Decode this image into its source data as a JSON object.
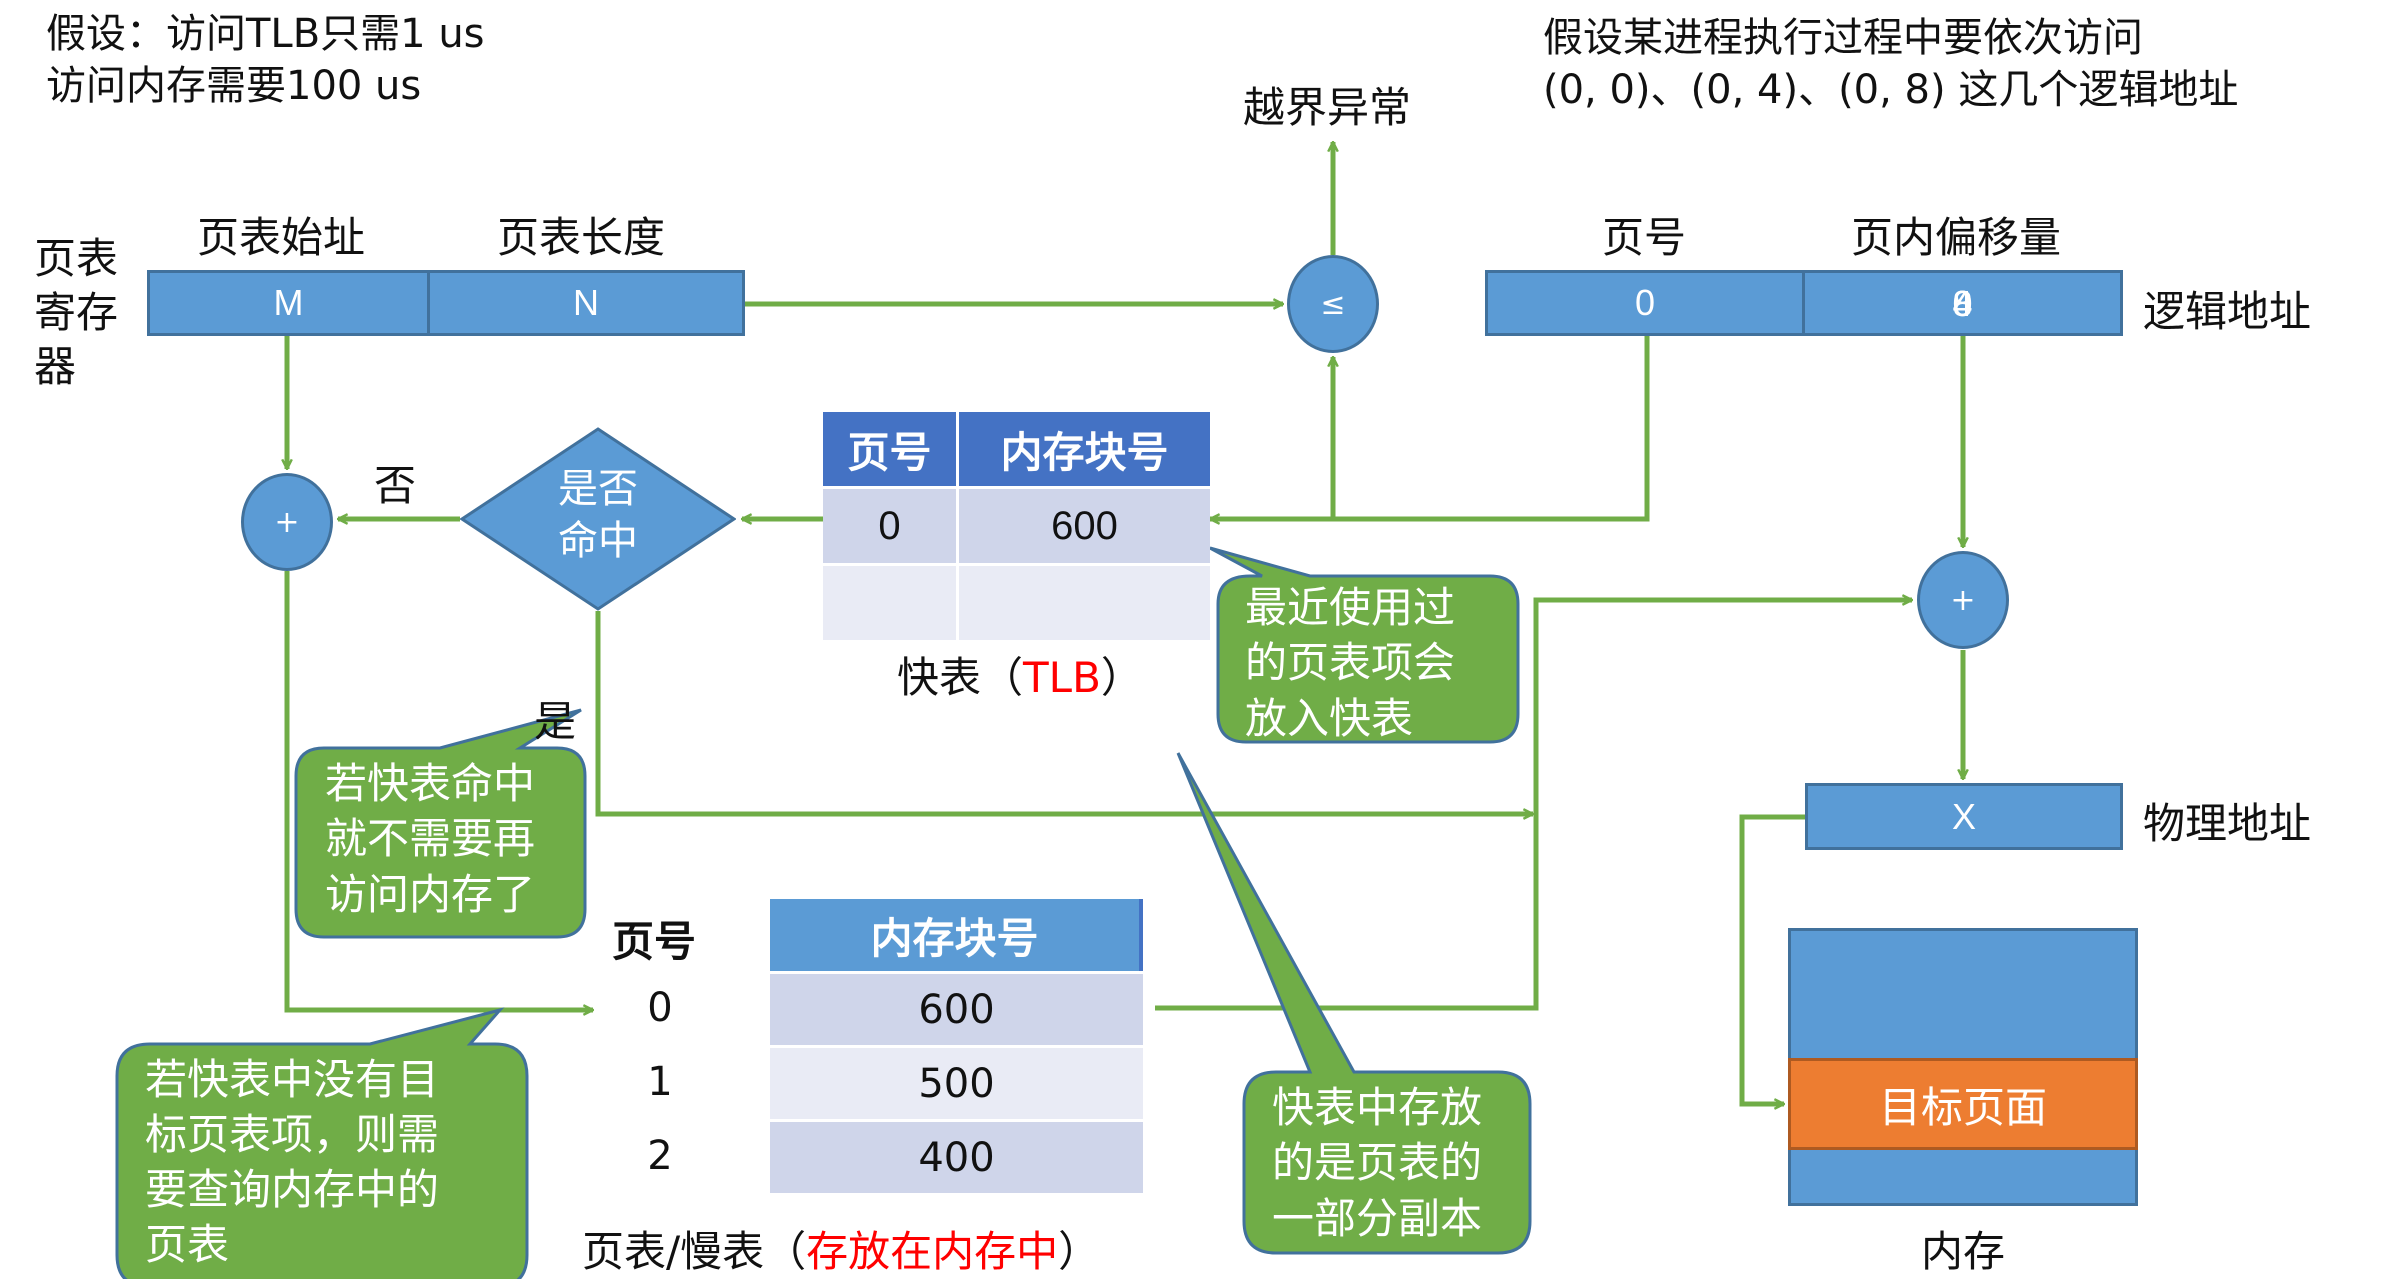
{
  "assumption": {
    "line1": "假设：访问TLB只需1 us",
    "line2": "访问内存需要100 us"
  },
  "scenario": {
    "line1": "假设某进程执行过程中要依次访问",
    "line2": "(0, 0)、(0, 4)、(0, 8) 这几个逻辑地址"
  },
  "out_of_bounds_label": "越界异常",
  "page_table_register": {
    "label_lines": [
      "页表",
      "寄存",
      "器"
    ],
    "start_label": "页表始址",
    "length_label": "页表长度",
    "start_value": "M",
    "length_value": "N"
  },
  "compare_symbol": "≤",
  "logical_address": {
    "label": "逻辑地址",
    "page_label": "页号",
    "offset_label": "页内偏移量",
    "page_value": "0",
    "offset_values": [
      "0",
      "4",
      "8"
    ]
  },
  "adder_symbol": "+",
  "decision": {
    "text_line1": "是否",
    "text_line2": "命中",
    "no_label": "否",
    "yes_label": "是"
  },
  "tlb": {
    "headers": [
      "页号",
      "内存块号"
    ],
    "rows": [
      [
        "0",
        "600"
      ],
      [
        "",
        ""
      ]
    ],
    "caption_prefix": "快表（",
    "caption_highlight": "TLB",
    "caption_suffix": "）"
  },
  "page_table": {
    "page_header": "页号",
    "block_header": "内存块号",
    "rows": [
      [
        "0",
        "600"
      ],
      [
        "1",
        "500"
      ],
      [
        "2",
        "400"
      ]
    ],
    "caption_prefix": "页表/慢表（",
    "caption_highlight": "存放在内存中",
    "caption_suffix": "）"
  },
  "physical_address": {
    "label": "物理地址",
    "value": "X"
  },
  "memory": {
    "label": "内存",
    "target_label": "目标页面"
  },
  "callouts": {
    "recent": [
      "最近使用过",
      "的页表项会",
      "放入快表"
    ],
    "hit": [
      "若快表命中",
      "就不需要再",
      "访问内存了"
    ],
    "miss": [
      "若快表中没有目",
      "标页表项，则需",
      "要查询内存中的",
      "页表"
    ],
    "copy": [
      "快表中存放",
      "的是页表的",
      "一部分副本"
    ]
  },
  "colors": {
    "block_blue": "#5B9BD5",
    "table_header_blue": "#4472C4",
    "arrow_green": "#70AD47",
    "callout_green": "#70AD47",
    "target_orange": "#ED7D31",
    "highlight_red": "#FF0000"
  }
}
